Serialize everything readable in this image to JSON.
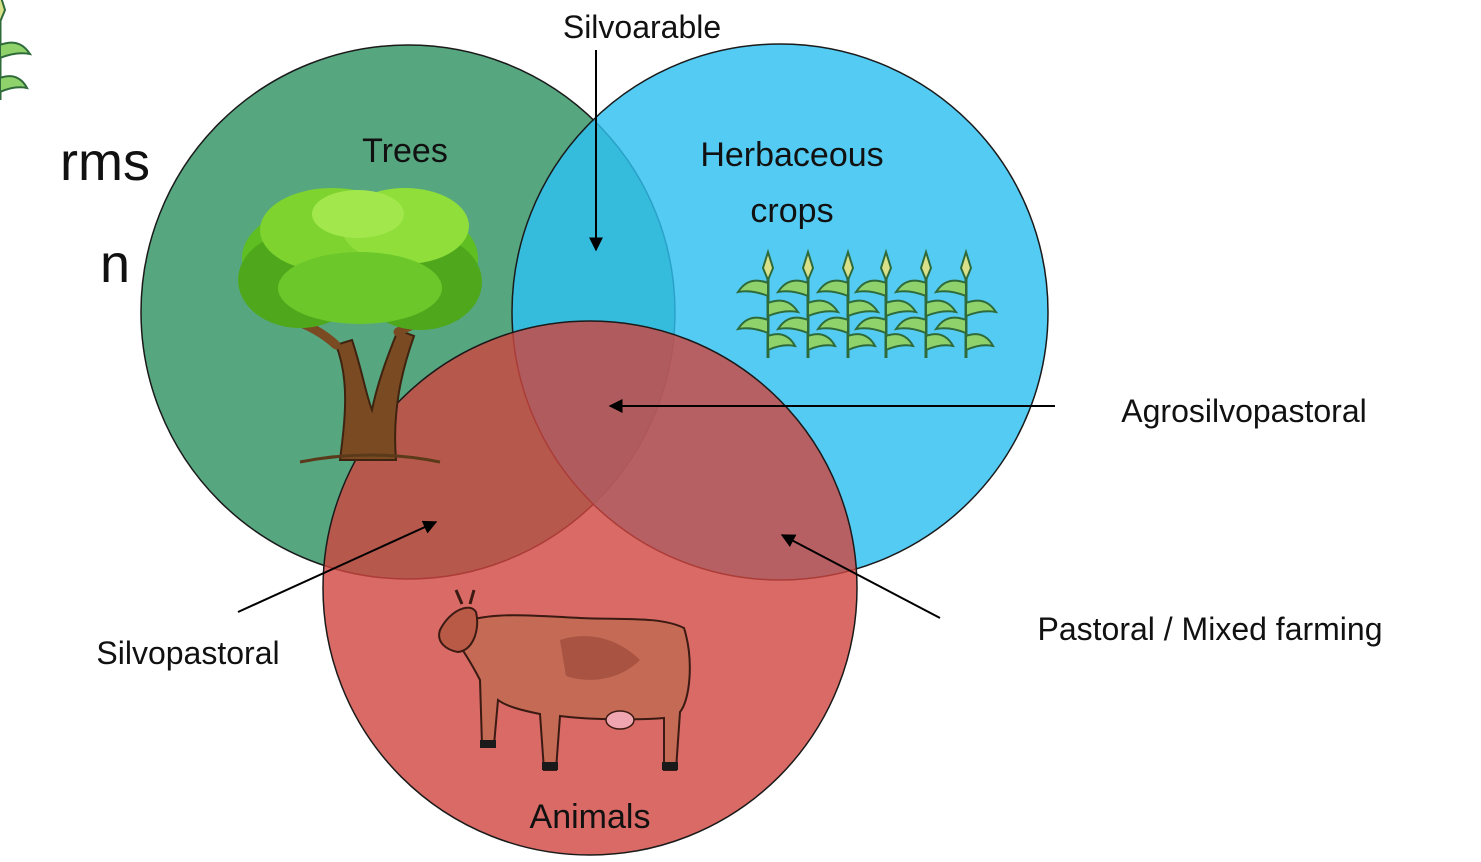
{
  "slide_text_fragments": [
    {
      "text": "rms"
    },
    {
      "text": "n"
    }
  ],
  "sets": {
    "trees": {
      "label": "Trees",
      "color": "#3f9a6e",
      "picture": "tree-icon"
    },
    "herbaceous": {
      "label_lines": [
        "Herbaceous",
        "crops"
      ],
      "color": "#2ec0f0",
      "picture": "corn-plants-icon"
    },
    "animals": {
      "label": "Animals",
      "color": "#d0453f",
      "picture": "cow-icon"
    }
  },
  "intersections": {
    "trees_herbaceous": "Silvoarable",
    "trees_animals": "Silvopastoral",
    "herbaceous_animals": "Pastoral / Mixed farming",
    "all_three": "Agrosilvopastoral"
  },
  "colors": {
    "outline": "#1a1a1a",
    "arrow": "#000000",
    "trees": "#3f9a6e",
    "herbaceous": "#2ec0f0",
    "animals": "#d0453f"
  }
}
